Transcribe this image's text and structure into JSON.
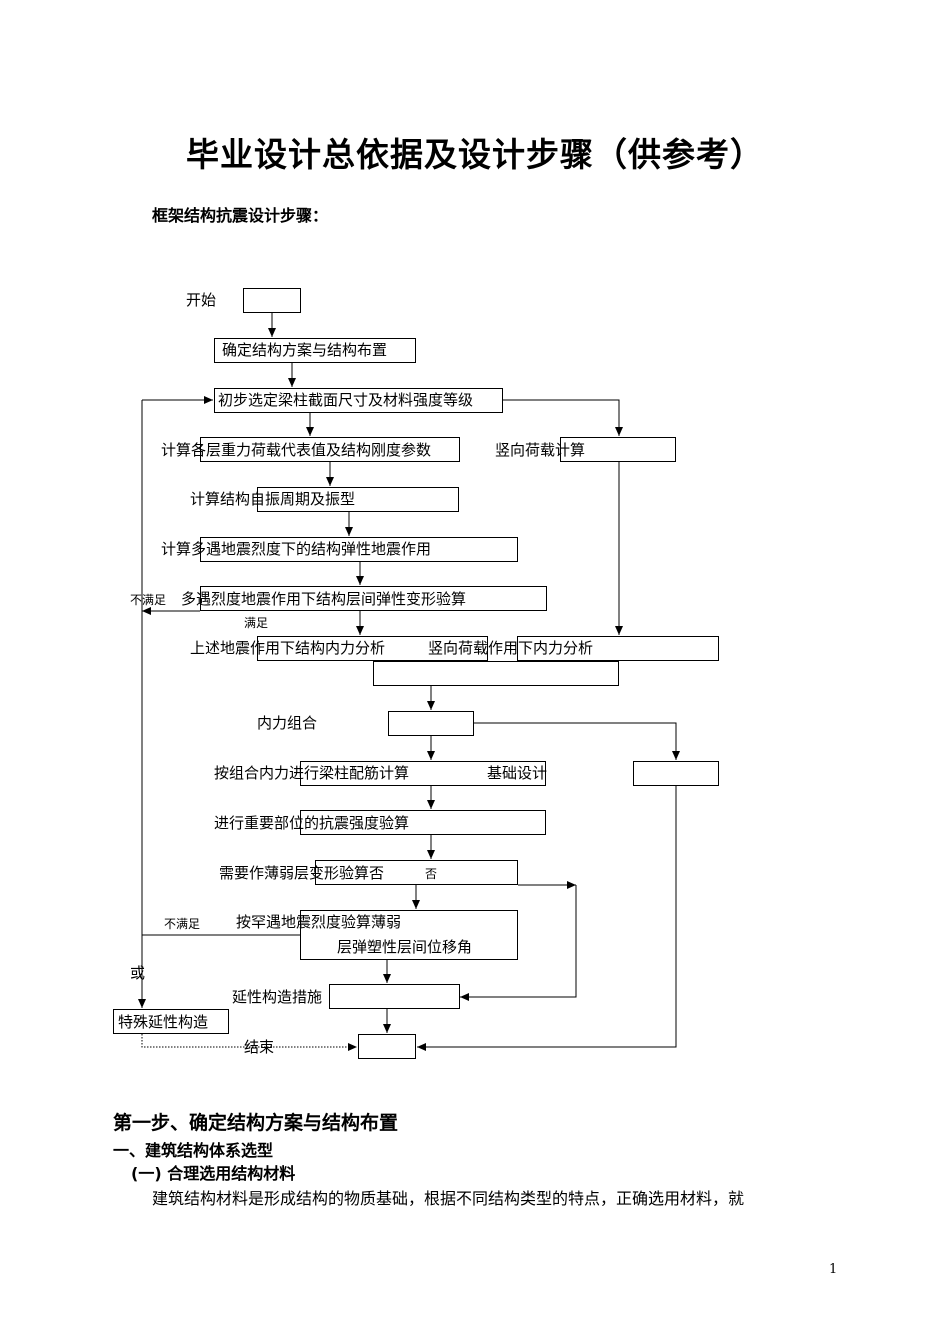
{
  "title": "毕业设计总依据及设计步骤（供参考）",
  "subtitle": "框架结构抗震设计步骤：",
  "flow": {
    "start": "开始",
    "step1": "确定结构方案与结构布置",
    "step2": "初步选定梁柱截面尺寸及材料强度等级",
    "step3": "计算各层重力荷载代表值及结构刚度参数",
    "step3b": "竖向荷载计算",
    "step4": "计算结构自振周期及振型",
    "step5": "计算多遇地震烈度下的结构弹性地震作用",
    "not_satisfied": "不满足",
    "step6": "多遇烈度地震作用下结构层间弹性变形验算",
    "satisfied": "满足",
    "step7": "上述地震作用下结构内力分析",
    "step7b": "竖向荷载作用下内力分析",
    "step8": "内力组合",
    "step9": "按组合内力进行梁柱配筋计算",
    "step9b": "基础设计",
    "step10": "进行重要部位的抗震强度验算",
    "step11": "需要作薄弱层变形验算否",
    "no": "否",
    "not_satisfied2": "不满足",
    "step12a": "按罕遇地震烈度验算薄弱",
    "step12b": "层弹塑性层间位移角",
    "or": "或",
    "step13": "延性构造措施",
    "step14": "特殊延性构造",
    "end": "结束"
  },
  "section": {
    "heading1": "第一步、确定结构方案与结构布置",
    "heading2": "一、建筑结构体系选型",
    "heading3": "(一) 合理选用结构材料",
    "paragraph": "建筑结构材料是形成结构的物质基础，根据不同结构类型的特点，正确选用材料，就"
  },
  "page_number": "1"
}
